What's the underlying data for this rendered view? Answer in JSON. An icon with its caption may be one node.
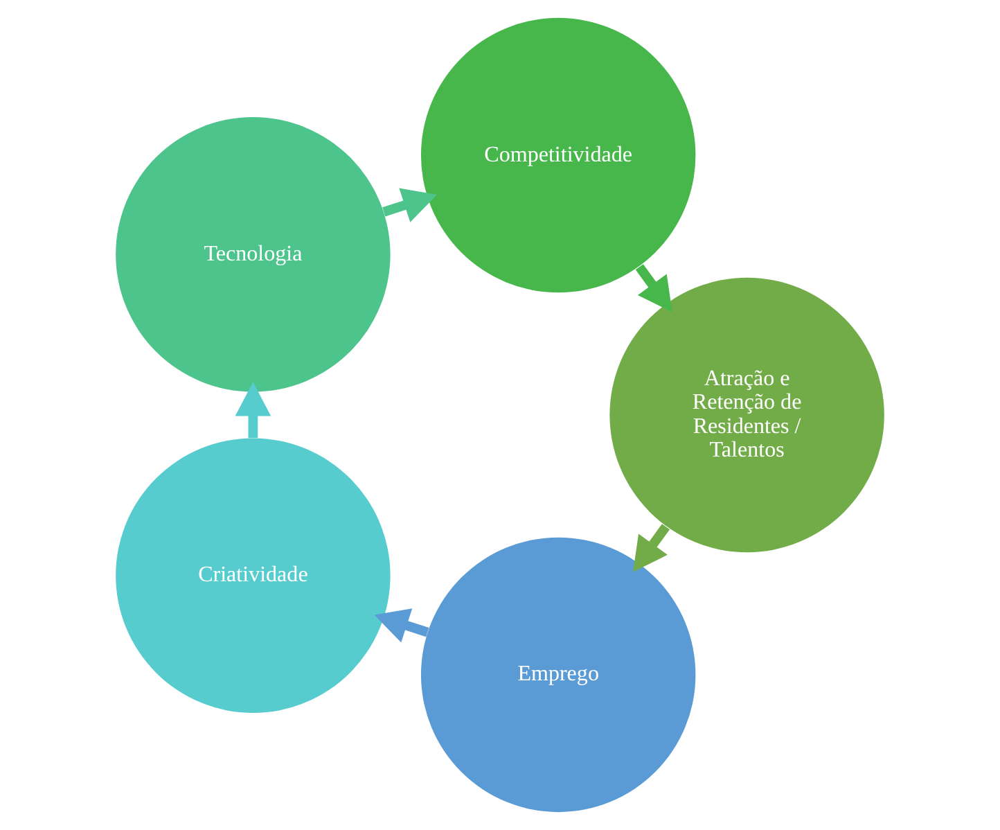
{
  "diagram": {
    "nodes": [
      {
        "text": [
          "Emprego"
        ]
      },
      {
        "text": [
          "Atração e Retenção de Residentes / Talentos"
        ]
      },
      {
        "text": [
          "Criatividade"
        ]
      },
      {
        "text": [
          "Competitividade"
        ]
      },
      {
        "text": [
          "Tecnologia"
        ]
      }
    ],
    "edges": [
      {
        "from": 0,
        "to": 2,
        "arrow": "to",
        "color": "#5b9bd5"
      },
      {
        "from": 2,
        "to": 4,
        "arrow": "to",
        "color": "#56cccf"
      },
      {
        "from": 4,
        "to": 3,
        "arrow": "to",
        "color": "#4dc48c"
      },
      {
        "from": 3,
        "to": 1,
        "arrow": "to",
        "color": "#47b74c"
      },
      {
        "from": 1,
        "to": 0,
        "arrow": "to",
        "color": "#72ac48"
      }
    ]
  }
}
